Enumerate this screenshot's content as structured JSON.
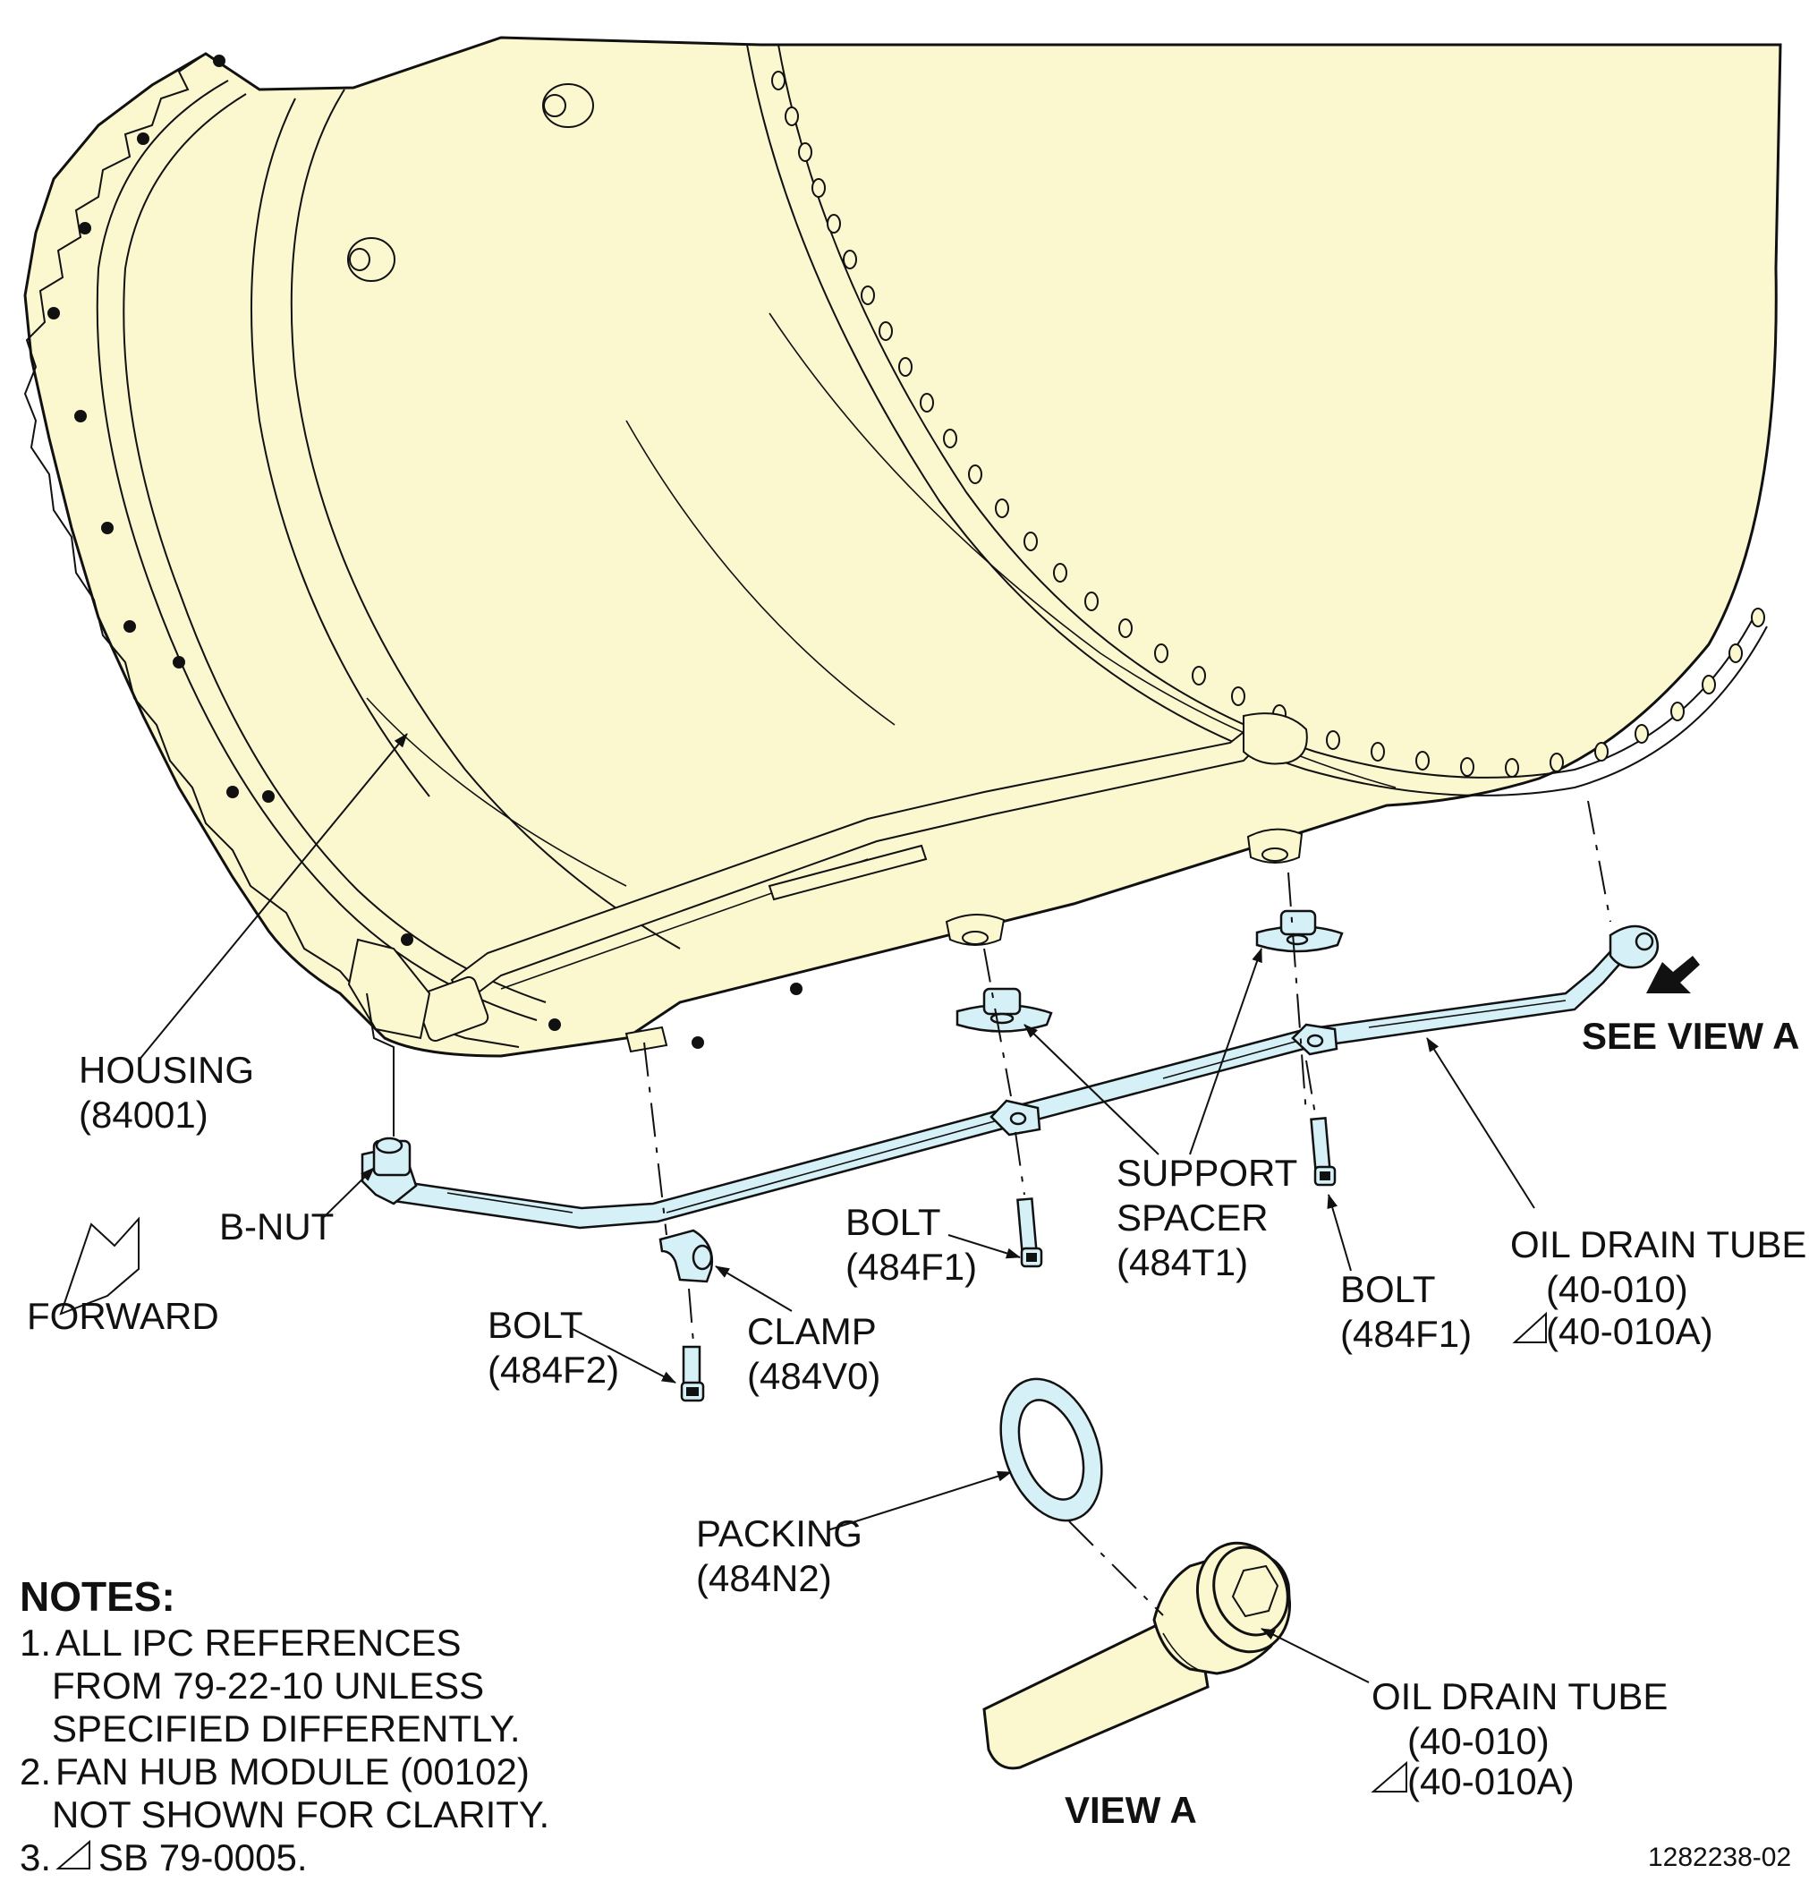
{
  "figure_id": "1282238-02",
  "view_label": "VIEW A",
  "see_view_label": "SEE VIEW A",
  "forward_label": "FORWARD",
  "colors": {
    "housing_fill": "#fbf8cf",
    "tube_fill": "#d5f0f6",
    "line": "#111111"
  },
  "callouts": {
    "housing": {
      "name": "HOUSING",
      "ref": "(84001)"
    },
    "bnut": {
      "name": "B-NUT"
    },
    "bolt_left": {
      "name": "BOLT",
      "ref": "(484F2)"
    },
    "clamp": {
      "name": "CLAMP",
      "ref": "(484V0)"
    },
    "bolt_mid": {
      "name": "BOLT",
      "ref": "(484F1)"
    },
    "support_spacer": {
      "name1": "SUPPORT",
      "name2": "SPACER",
      "ref": "(484T1)"
    },
    "bolt_right": {
      "name": "BOLT",
      "ref": "(484F1)"
    },
    "oil_drain_tube": {
      "name": "OIL DRAIN TUBE",
      "ref": "(40-010)",
      "ref_sb": "(40-010A)"
    },
    "packing": {
      "name": "PACKING",
      "ref": "(484N2)"
    },
    "oil_drain_tube_view": {
      "name": "OIL DRAIN TUBE",
      "ref": "(40-010)",
      "ref_sb": "(40-010A)"
    }
  },
  "notes": {
    "heading": "NOTES:",
    "items": [
      {
        "num": "1.",
        "lines": [
          "ALL IPC REFERENCES",
          "FROM 79-22-10 UNLESS",
          "SPECIFIED DIFFERENTLY."
        ]
      },
      {
        "num": "2.",
        "lines": [
          "FAN HUB MODULE (00102)",
          "NOT SHOWN FOR CLARITY."
        ]
      },
      {
        "num": "3.",
        "lines": [
          "SB 79-0005."
        ]
      }
    ]
  }
}
